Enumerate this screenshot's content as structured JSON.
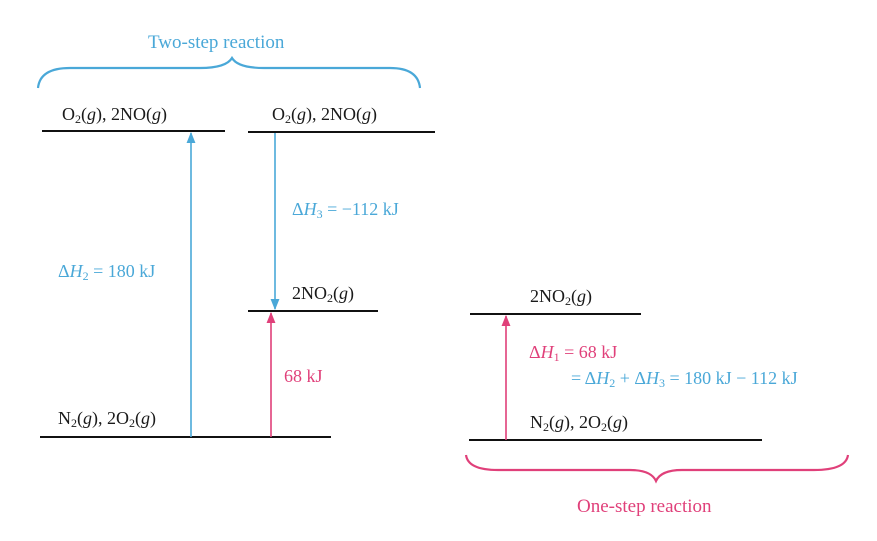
{
  "titles": {
    "two_step": "Two-step reaction",
    "one_step": "One-step reaction"
  },
  "levels": {
    "o2_2no": {
      "prefix": "O",
      "sub1": "2",
      "mid": "(",
      "g": "g",
      "rest": "), 2NO(",
      "g2": "g",
      "end": ")"
    },
    "no2": {
      "coef": "2NO",
      "sub": "2",
      "open": "(",
      "g": "g",
      "close": ")"
    },
    "n2_2o2": {
      "n": "N",
      "nsub": "2",
      "mid1": "(",
      "g1": "g",
      "mid2": "), 2O",
      "osub": "2",
      "mid3": "(",
      "g2": "g",
      "end": ")"
    }
  },
  "enthalpies": {
    "dh2": {
      "delta": "Δ",
      "h": "H",
      "sub": "2",
      "rest": " = 180 kJ"
    },
    "dh3": {
      "delta": "Δ",
      "h": "H",
      "sub": "3",
      "rest": " = −112 kJ"
    },
    "step": "68 kJ",
    "dh1": {
      "delta": "Δ",
      "h": "H",
      "sub": "1",
      "rest": " = 68 kJ"
    },
    "sum": {
      "eq": "= Δ",
      "h2": "H",
      "sub2": "2",
      "plus": " + Δ",
      "h3": "H",
      "sub3": "3",
      "rest": " = 180 kJ − 112 kJ"
    }
  },
  "colors": {
    "blue": "#4aa8d8",
    "pink": "#e0407a",
    "level_line": "#111111"
  }
}
